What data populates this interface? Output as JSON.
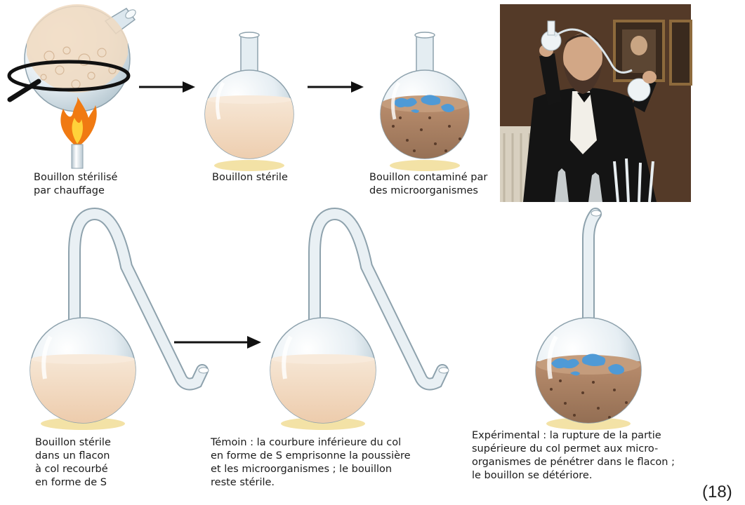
{
  "captions": {
    "heated": "Bouillon stérilisé\npar chauffage",
    "sterile": "Bouillon stérile",
    "contaminated": "Bouillon contaminé par\ndes microorganismes",
    "swan_neck": "Bouillon stérile\ndans un flacon\nà col recourbé\nen forme de S",
    "control": "Témoin : la courbure inférieure du col\nen forme de S emprisonne la poussière\net les microorganismes ; le bouillon\nreste stérile.",
    "experimental": "Expérimental : la rupture de la partie\nsupérieure du col permet aux micro-\norganismes de pénétrer dans le flacon ;\nle bouillon se détériore."
  },
  "reference_number": "(18)",
  "colors": {
    "broth": "#f2dcc6",
    "broth_contaminated": "#a07a60",
    "microbe_colonies": "#4f9ad6",
    "glass": "#dde8ee",
    "shadow": "#f3e2a6",
    "flame": "#f07a12"
  },
  "icons": [
    "flask-icon",
    "arrow-icon",
    "flame-icon",
    "portrait-illustration"
  ]
}
